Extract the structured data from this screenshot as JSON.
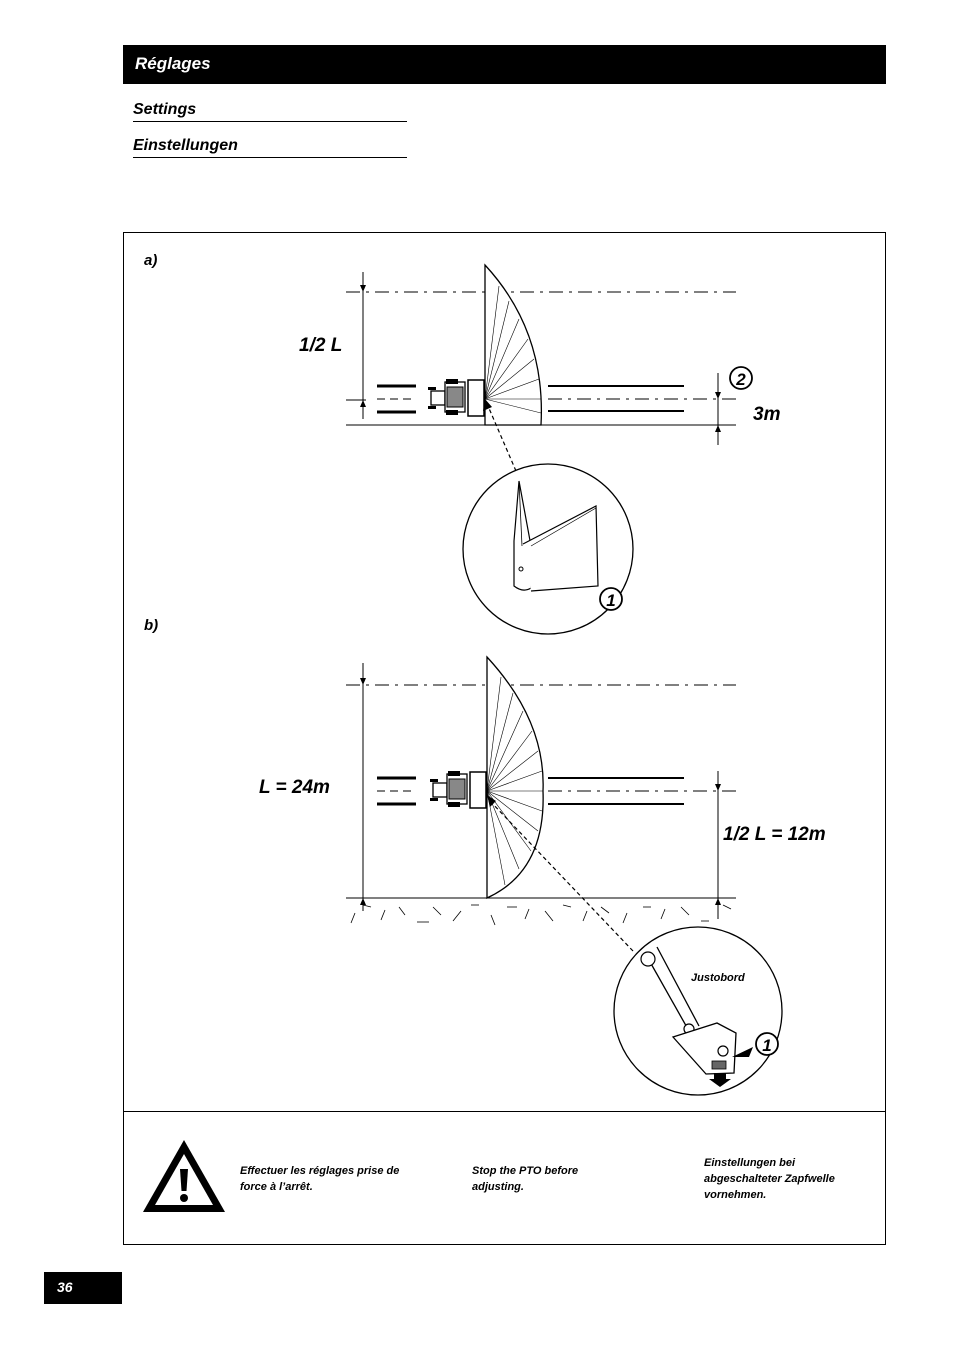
{
  "header": {
    "title": "Réglages"
  },
  "subtitles": {
    "settings": "Settings",
    "einstellungen": "Einstellungen"
  },
  "figure": {
    "panel_a": {
      "label": "a)",
      "dim_half_l": "1/2 L",
      "dim_width": "3m",
      "callout_number": "2",
      "detail_callout": "1"
    },
    "panel_b": {
      "label": "b)",
      "dim_l": "L = 24m",
      "dim_half_l": "1/2 L = 12m",
      "detail_brand": "Justobord",
      "detail_callout": "1"
    }
  },
  "warning": {
    "icon": "warning-triangle-icon",
    "fr": "Effectuer les réglages prise de force à l’arrêt.",
    "en": "Stop the PTO before adjusting.",
    "de": "Einstellungen bei abgeschalteter Zapfwelle vornehmen."
  },
  "page_number": "36"
}
